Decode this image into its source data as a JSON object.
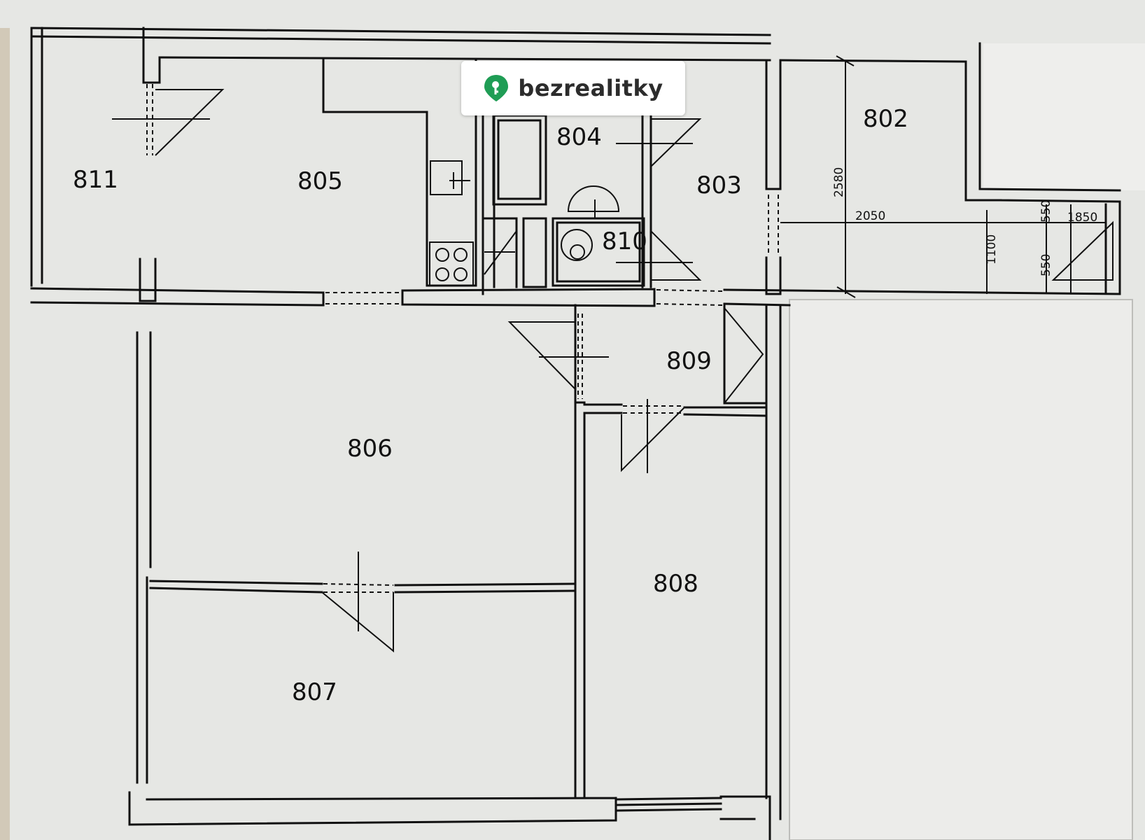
{
  "brand": {
    "name": "bezrealitky",
    "icon": "location-key-pin-icon",
    "color": "#1f9d55"
  },
  "rooms": {
    "r802": "802",
    "r803": "803",
    "r804": "804",
    "r805": "805",
    "r806": "806",
    "r807": "807",
    "r808": "808",
    "r809": "809",
    "r810": "810",
    "r811": "811"
  },
  "dimensions": {
    "d2580": "2580",
    "d2050": "2050",
    "d1850": "1850",
    "d550a": "550",
    "d550b": "550",
    "d1100": "1100"
  }
}
